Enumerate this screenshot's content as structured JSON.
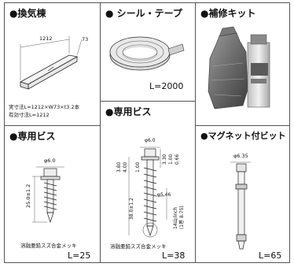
{
  "panels": {
    "vent": {
      "title": "●換気棟",
      "dim_length": "1212",
      "dim_width": "73",
      "note_line1": "実寸法L=1212×W73×t3.2本",
      "note_line2": "有効寸法L=1212"
    },
    "seal": {
      "title": "● シール・テープ",
      "length": "L=2000"
    },
    "repair": {
      "title": "●補修キット"
    },
    "screw1": {
      "title": "●専用ビス",
      "diameter": "φ6.0",
      "dim_length": "25.0±1.2",
      "material": "溶融亜鉛スズ合金メッキ",
      "length": "L=25"
    },
    "screw2": {
      "title": "●専用ビス",
      "diameter": "φ6.0",
      "dim_a": "3.30",
      "dim_b": "1.00",
      "dim_c": "0.66",
      "dim_d": "3.80",
      "dim_e": "4.00",
      "dim_f": "1.00",
      "dim_g": "38.0±1.2",
      "dim_h": "φ5.46",
      "dim_i": "14山/inch",
      "dim_j": "(1巻 8.75)",
      "material": "溶融亜鉛スズ合金メッキ",
      "length": "L=38"
    },
    "bit": {
      "title": "●マグネット付ビット",
      "diameter": "φ6.35",
      "length": "L=65"
    }
  }
}
